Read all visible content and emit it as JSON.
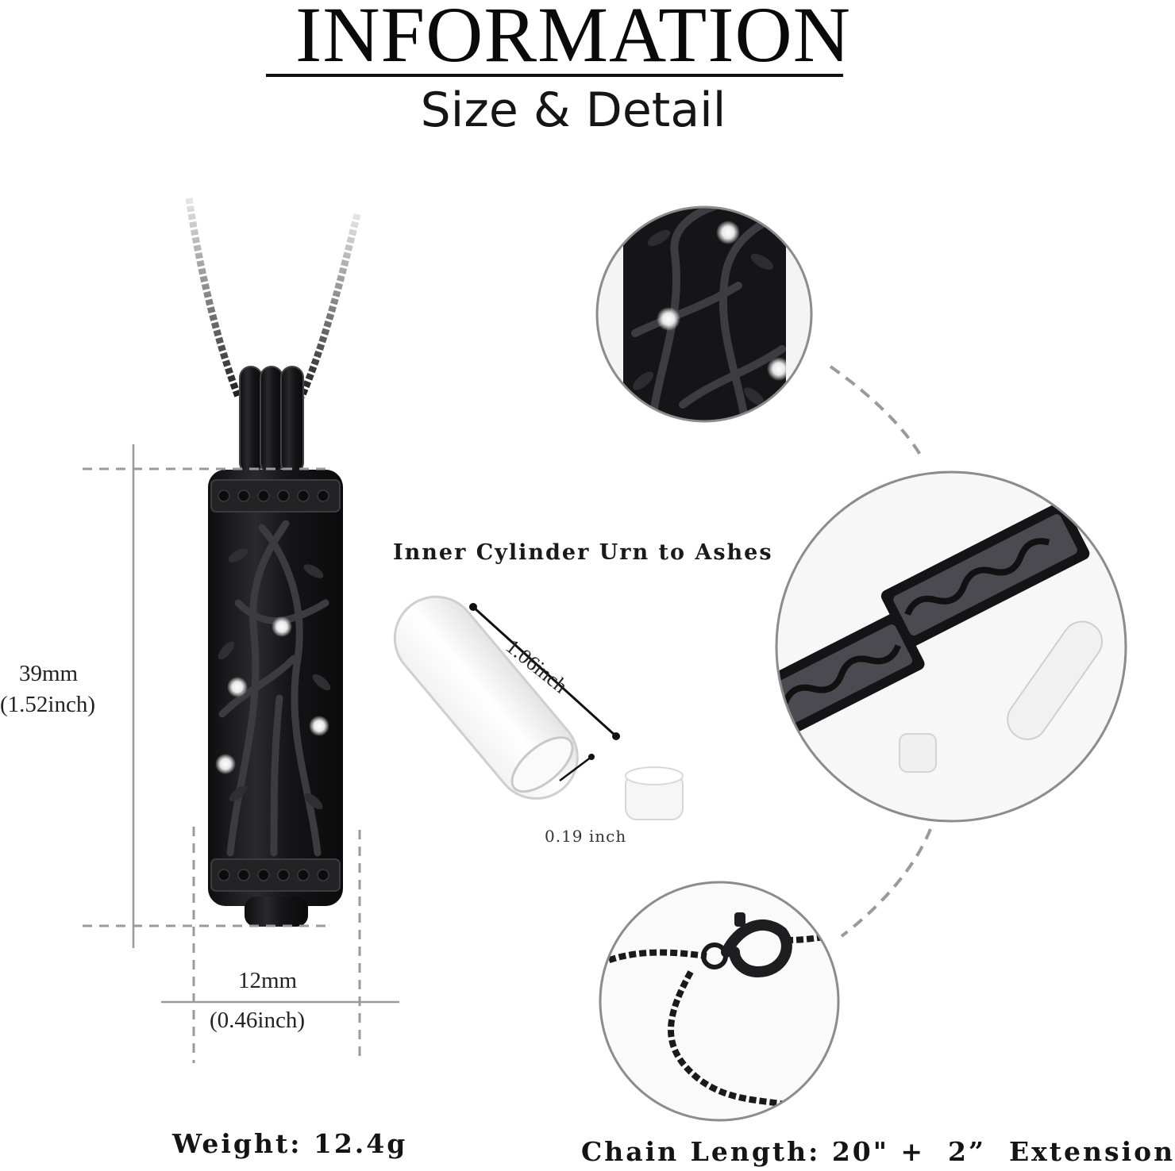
{
  "header": {
    "title": "INFORMATION",
    "subtitle": "Size & Detail"
  },
  "dimensions": {
    "height_mm": "39mm",
    "height_inch": "(1.52inch)",
    "width_mm": "12mm",
    "width_inch": "(0.46inch)"
  },
  "inner_cylinder": {
    "label": "Inner Cylinder Urn to Ashes",
    "length": "1.06inch",
    "diameter": "0.19 inch"
  },
  "footer": {
    "weight": "Weight: 12.4g",
    "chain_length": "Chain Length: 20\" +  2”  Extension"
  },
  "colors": {
    "pendant": "#1c1c1e",
    "guide_lines": "#9a9a9a",
    "circle_border": "#8c8c8c"
  },
  "icons": [
    "pendant-image",
    "glass-tube-image",
    "stopper-image",
    "filigree-closeup-image",
    "open-pendant-image",
    "clasp-chain-image"
  ]
}
